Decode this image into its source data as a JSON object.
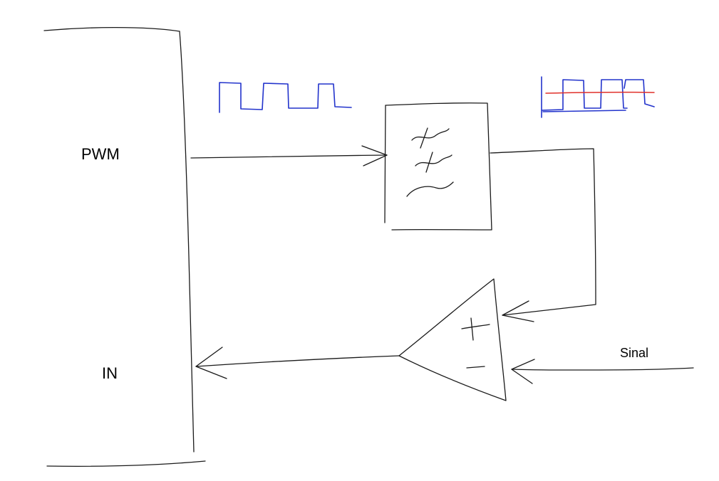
{
  "labels": {
    "pwm": "PWM",
    "in": "IN",
    "sinal": "Sinal"
  },
  "colors": {
    "ink": "#1a1a1a",
    "pwm_waveform": "#2233cc",
    "filtered_level": "#e0302a"
  },
  "comparator_signs": {
    "plus": "+",
    "minus": "−"
  }
}
